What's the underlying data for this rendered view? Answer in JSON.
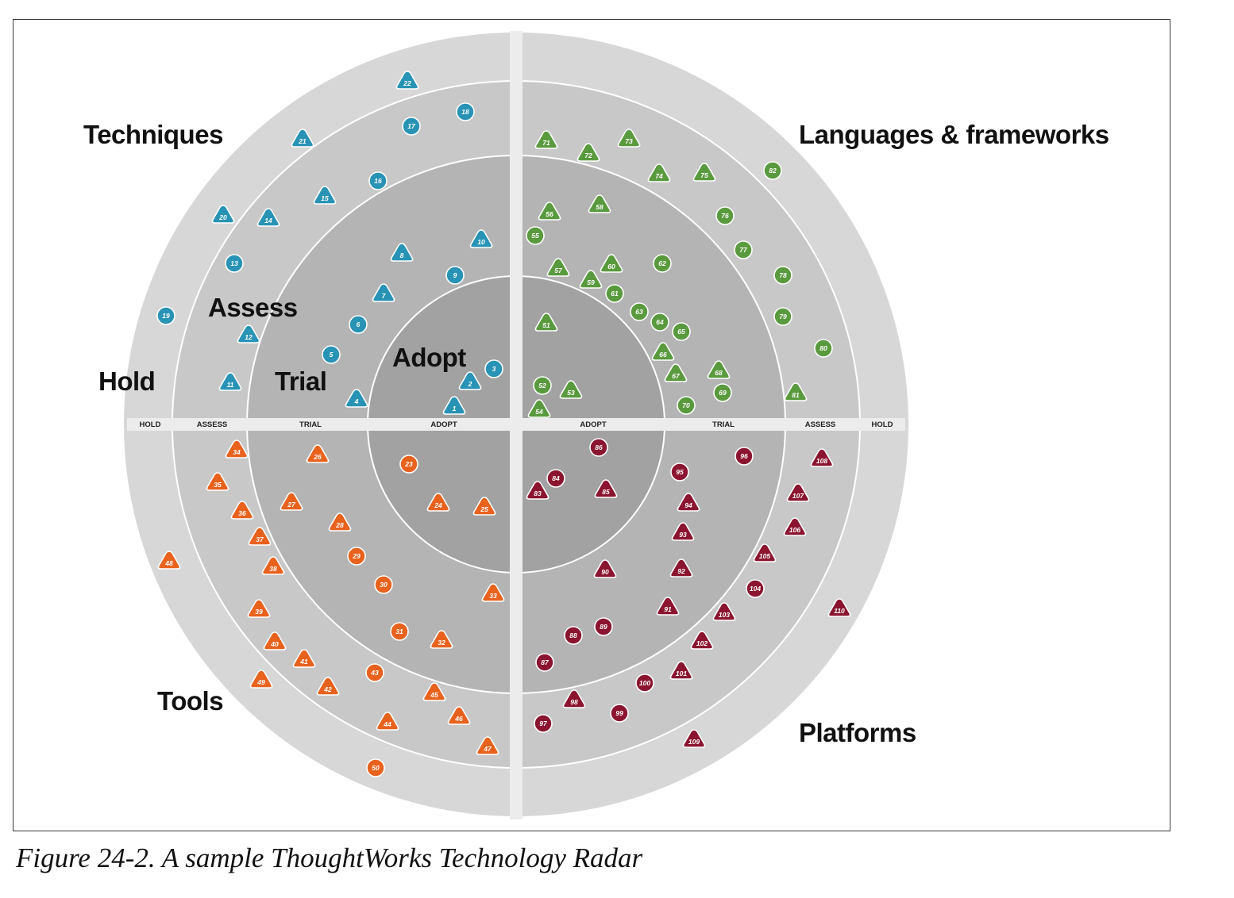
{
  "rings": [
    "Adopt",
    "Trial",
    "Assess",
    "Hold"
  ],
  "axis_labels": {
    "left": [
      "HOLD",
      "ASSESS",
      "TRIAL",
      "ADOPT"
    ],
    "right": [
      "ADOPT",
      "TRIAL",
      "ASSESS",
      "HOLD"
    ]
  },
  "quadrants": {
    "techniques": {
      "title": "Techniques",
      "color": "#2893b5"
    },
    "languages": {
      "title": "Languages & frameworks",
      "color": "#5a9a3e"
    },
    "tools": {
      "title": "Tools",
      "color": "#e8621e"
    },
    "platforms": {
      "title": "Platforms",
      "color": "#8b1530"
    }
  },
  "colors": {
    "outer_ring": "#d7d7d7",
    "assess_ring": "#c8c8c8",
    "trial_ring": "#b4b4b4",
    "adopt_ring": "#a2a2a2",
    "separator": "#ececec"
  },
  "blips": [
    {
      "n": "1",
      "q": "techniques",
      "s": "t"
    },
    {
      "n": "2",
      "q": "techniques",
      "s": "t"
    },
    {
      "n": "3",
      "q": "techniques",
      "s": "c"
    },
    {
      "n": "4",
      "q": "techniques",
      "s": "t"
    },
    {
      "n": "5",
      "q": "techniques",
      "s": "c"
    },
    {
      "n": "6",
      "q": "techniques",
      "s": "c"
    },
    {
      "n": "7",
      "q": "techniques",
      "s": "t"
    },
    {
      "n": "8",
      "q": "techniques",
      "s": "t"
    },
    {
      "n": "9",
      "q": "techniques",
      "s": "c"
    },
    {
      "n": "10",
      "q": "techniques",
      "s": "t"
    },
    {
      "n": "11",
      "q": "techniques",
      "s": "t"
    },
    {
      "n": "12",
      "q": "techniques",
      "s": "t"
    },
    {
      "n": "13",
      "q": "techniques",
      "s": "c"
    },
    {
      "n": "14",
      "q": "techniques",
      "s": "t"
    },
    {
      "n": "15",
      "q": "techniques",
      "s": "t"
    },
    {
      "n": "16",
      "q": "techniques",
      "s": "c"
    },
    {
      "n": "17",
      "q": "techniques",
      "s": "c"
    },
    {
      "n": "18",
      "q": "techniques",
      "s": "c"
    },
    {
      "n": "19",
      "q": "techniques",
      "s": "c"
    },
    {
      "n": "20",
      "q": "techniques",
      "s": "t"
    },
    {
      "n": "21",
      "q": "techniques",
      "s": "t"
    },
    {
      "n": "22",
      "q": "techniques",
      "s": "t"
    },
    {
      "n": "23",
      "q": "tools",
      "s": "c"
    },
    {
      "n": "24",
      "q": "tools",
      "s": "t"
    },
    {
      "n": "25",
      "q": "tools",
      "s": "t"
    },
    {
      "n": "26",
      "q": "tools",
      "s": "t"
    },
    {
      "n": "27",
      "q": "tools",
      "s": "t"
    },
    {
      "n": "28",
      "q": "tools",
      "s": "t"
    },
    {
      "n": "29",
      "q": "tools",
      "s": "c"
    },
    {
      "n": "30",
      "q": "tools",
      "s": "c"
    },
    {
      "n": "31",
      "q": "tools",
      "s": "c"
    },
    {
      "n": "32",
      "q": "tools",
      "s": "t"
    },
    {
      "n": "33",
      "q": "tools",
      "s": "t"
    },
    {
      "n": "34",
      "q": "tools",
      "s": "t"
    },
    {
      "n": "35",
      "q": "tools",
      "s": "t"
    },
    {
      "n": "36",
      "q": "tools",
      "s": "t"
    },
    {
      "n": "37",
      "q": "tools",
      "s": "t"
    },
    {
      "n": "38",
      "q": "tools",
      "s": "t"
    },
    {
      "n": "39",
      "q": "tools",
      "s": "t"
    },
    {
      "n": "40",
      "q": "tools",
      "s": "t"
    },
    {
      "n": "41",
      "q": "tools",
      "s": "t"
    },
    {
      "n": "42",
      "q": "tools",
      "s": "t"
    },
    {
      "n": "43",
      "q": "tools",
      "s": "c"
    },
    {
      "n": "44",
      "q": "tools",
      "s": "t"
    },
    {
      "n": "45",
      "q": "tools",
      "s": "t"
    },
    {
      "n": "46",
      "q": "tools",
      "s": "t"
    },
    {
      "n": "47",
      "q": "tools",
      "s": "t"
    },
    {
      "n": "48",
      "q": "tools",
      "s": "t"
    },
    {
      "n": "49",
      "q": "tools",
      "s": "t"
    },
    {
      "n": "50",
      "q": "tools",
      "s": "c"
    },
    {
      "n": "51",
      "q": "languages",
      "s": "t"
    },
    {
      "n": "52",
      "q": "languages",
      "s": "c"
    },
    {
      "n": "53",
      "q": "languages",
      "s": "t"
    },
    {
      "n": "54",
      "q": "languages",
      "s": "t"
    },
    {
      "n": "55",
      "q": "languages",
      "s": "c"
    },
    {
      "n": "56",
      "q": "languages",
      "s": "t"
    },
    {
      "n": "57",
      "q": "languages",
      "s": "t"
    },
    {
      "n": "58",
      "q": "languages",
      "s": "t"
    },
    {
      "n": "59",
      "q": "languages",
      "s": "t"
    },
    {
      "n": "60",
      "q": "languages",
      "s": "t"
    },
    {
      "n": "61",
      "q": "languages",
      "s": "c"
    },
    {
      "n": "62",
      "q": "languages",
      "s": "c"
    },
    {
      "n": "63",
      "q": "languages",
      "s": "c"
    },
    {
      "n": "64",
      "q": "languages",
      "s": "c"
    },
    {
      "n": "65",
      "q": "languages",
      "s": "c"
    },
    {
      "n": "66",
      "q": "languages",
      "s": "t"
    },
    {
      "n": "67",
      "q": "languages",
      "s": "t"
    },
    {
      "n": "68",
      "q": "languages",
      "s": "t"
    },
    {
      "n": "69",
      "q": "languages",
      "s": "c"
    },
    {
      "n": "70",
      "q": "languages",
      "s": "c"
    },
    {
      "n": "71",
      "q": "languages",
      "s": "t"
    },
    {
      "n": "72",
      "q": "languages",
      "s": "t"
    },
    {
      "n": "73",
      "q": "languages",
      "s": "t"
    },
    {
      "n": "74",
      "q": "languages",
      "s": "t"
    },
    {
      "n": "75",
      "q": "languages",
      "s": "t"
    },
    {
      "n": "76",
      "q": "languages",
      "s": "c"
    },
    {
      "n": "77",
      "q": "languages",
      "s": "c"
    },
    {
      "n": "78",
      "q": "languages",
      "s": "c"
    },
    {
      "n": "79",
      "q": "languages",
      "s": "c"
    },
    {
      "n": "80",
      "q": "languages",
      "s": "c"
    },
    {
      "n": "81",
      "q": "languages",
      "s": "t"
    },
    {
      "n": "82",
      "q": "languages",
      "s": "c"
    },
    {
      "n": "83",
      "q": "platforms",
      "s": "t"
    },
    {
      "n": "84",
      "q": "platforms",
      "s": "c"
    },
    {
      "n": "85",
      "q": "platforms",
      "s": "t"
    },
    {
      "n": "86",
      "q": "platforms",
      "s": "c"
    },
    {
      "n": "87",
      "q": "platforms",
      "s": "c"
    },
    {
      "n": "88",
      "q": "platforms",
      "s": "c"
    },
    {
      "n": "89",
      "q": "platforms",
      "s": "c"
    },
    {
      "n": "90",
      "q": "platforms",
      "s": "t"
    },
    {
      "n": "91",
      "q": "platforms",
      "s": "t"
    },
    {
      "n": "92",
      "q": "platforms",
      "s": "t"
    },
    {
      "n": "93",
      "q": "platforms",
      "s": "t"
    },
    {
      "n": "94",
      "q": "platforms",
      "s": "t"
    },
    {
      "n": "95",
      "q": "platforms",
      "s": "c"
    },
    {
      "n": "96",
      "q": "platforms",
      "s": "c"
    },
    {
      "n": "97",
      "q": "platforms",
      "s": "c"
    },
    {
      "n": "98",
      "q": "platforms",
      "s": "t"
    },
    {
      "n": "99",
      "q": "platforms",
      "s": "c"
    },
    {
      "n": "100",
      "q": "platforms",
      "s": "c"
    },
    {
      "n": "101",
      "q": "platforms",
      "s": "t"
    },
    {
      "n": "102",
      "q": "platforms",
      "s": "t"
    },
    {
      "n": "103",
      "q": "platforms",
      "s": "t"
    },
    {
      "n": "104",
      "q": "platforms",
      "s": "c"
    },
    {
      "n": "105",
      "q": "platforms",
      "s": "t"
    },
    {
      "n": "106",
      "q": "platforms",
      "s": "t"
    },
    {
      "n": "107",
      "q": "platforms",
      "s": "t"
    },
    {
      "n": "108",
      "q": "platforms",
      "s": "t"
    },
    {
      "n": "109",
      "q": "platforms",
      "s": "t"
    },
    {
      "n": "110",
      "q": "platforms",
      "s": "t"
    }
  ],
  "caption": "Figure 24-2. A sample ThoughtWorks Technology Radar"
}
